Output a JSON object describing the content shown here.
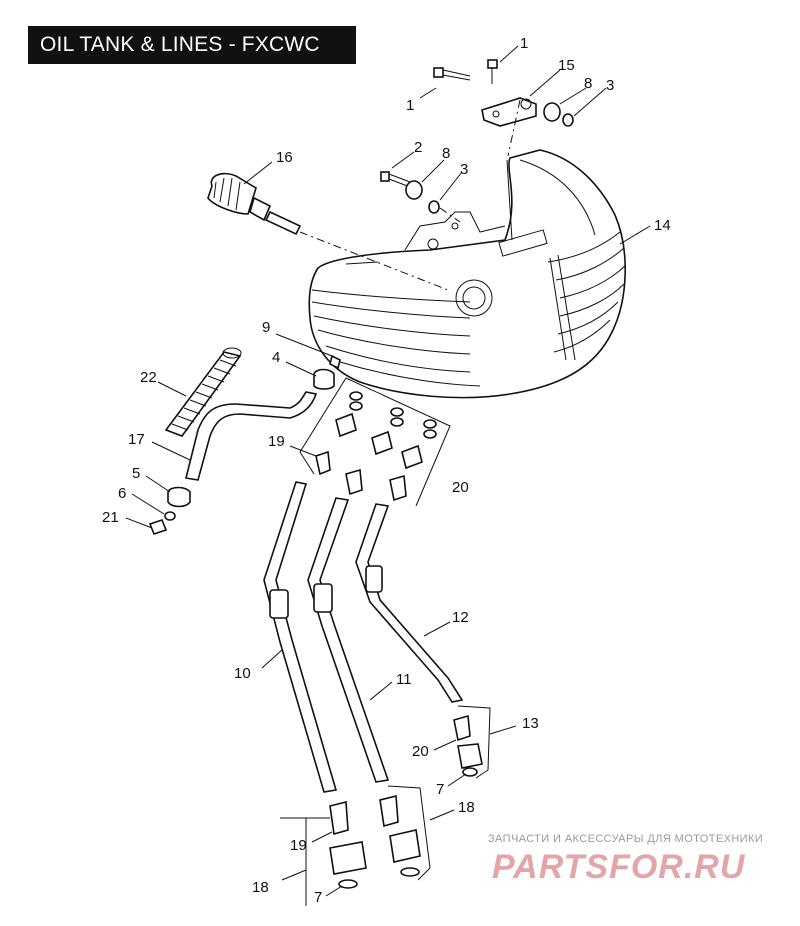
{
  "title": "OIL TANK & LINES - FXCWC",
  "watermark": {
    "caption": "ЗАПЧАСТИ И АКСЕССУАРЫ ДЛЯ МОТОТЕХНИКИ",
    "logo": "PARTSFOR.RU"
  },
  "callouts": [
    {
      "id": "c1a",
      "text": "1"
    },
    {
      "id": "c1b",
      "text": "1"
    },
    {
      "id": "c15",
      "text": "15"
    },
    {
      "id": "c8a",
      "text": "8"
    },
    {
      "id": "c3a",
      "text": "3"
    },
    {
      "id": "c2",
      "text": "2"
    },
    {
      "id": "c8b",
      "text": "8"
    },
    {
      "id": "c3b",
      "text": "3"
    },
    {
      "id": "c16",
      "text": "16"
    },
    {
      "id": "c14",
      "text": "14"
    },
    {
      "id": "c9",
      "text": "9"
    },
    {
      "id": "c4",
      "text": "4"
    },
    {
      "id": "c22",
      "text": "22"
    },
    {
      "id": "c19a",
      "text": "19"
    },
    {
      "id": "c17",
      "text": "17"
    },
    {
      "id": "c20a",
      "text": "20"
    },
    {
      "id": "c5",
      "text": "5"
    },
    {
      "id": "c6",
      "text": "6"
    },
    {
      "id": "c21",
      "text": "21"
    },
    {
      "id": "c12",
      "text": "12"
    },
    {
      "id": "c10",
      "text": "10"
    },
    {
      "id": "c11",
      "text": "11"
    },
    {
      "id": "c13",
      "text": "13"
    },
    {
      "id": "c20b",
      "text": "20"
    },
    {
      "id": "c7a",
      "text": "7"
    },
    {
      "id": "c18a",
      "text": "18"
    },
    {
      "id": "c19b",
      "text": "19"
    },
    {
      "id": "c18b",
      "text": "18"
    },
    {
      "id": "c7b",
      "text": "7"
    }
  ]
}
